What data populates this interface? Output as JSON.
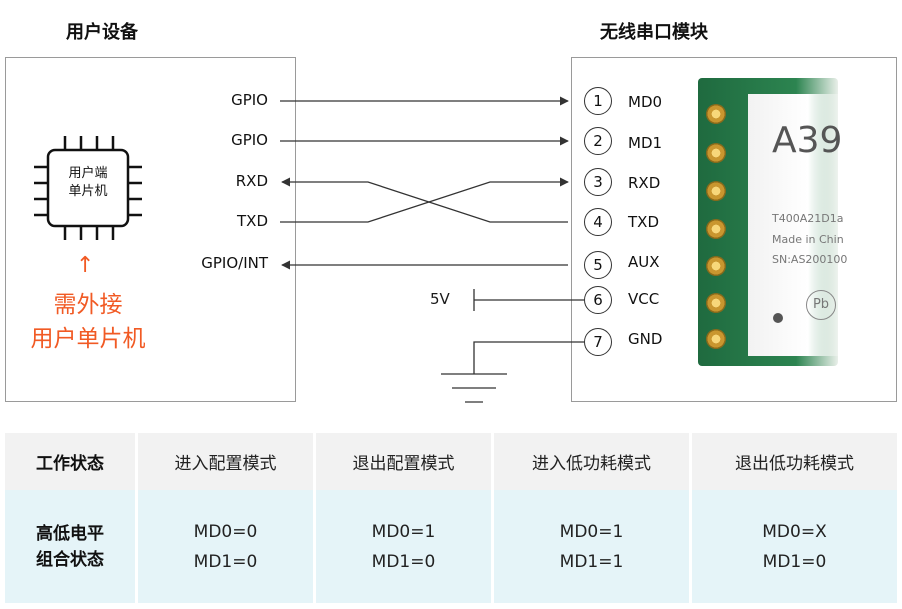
{
  "diagram": {
    "user_device_title": "用户设备",
    "module_title": "无线串口模块",
    "mcu_label_line1": "用户端",
    "mcu_label_line2": "单片机",
    "arrow_glyph": "↑",
    "note_line1": "需外接",
    "note_line2": "用户单片机",
    "left_pins": [
      "GPIO",
      "GPIO",
      "RXD",
      "TXD",
      "GPIO/INT"
    ],
    "power_label": "5V",
    "module_pins": [
      {
        "num": "1",
        "name": "MD0"
      },
      {
        "num": "2",
        "name": "MD1"
      },
      {
        "num": "3",
        "name": "RXD"
      },
      {
        "num": "4",
        "name": "TXD"
      },
      {
        "num": "5",
        "name": "AUX"
      },
      {
        "num": "6",
        "name": "VCC"
      },
      {
        "num": "7",
        "name": "GND"
      }
    ],
    "module_text": {
      "model": "A39",
      "line1": "T400A21D1a",
      "line2": "Made in Chin",
      "line3": "SN:AS200100",
      "pb_mark": "Pb"
    },
    "colors": {
      "accent": "#f15a24",
      "pcb": "#2c8450",
      "table_header": "#f2f2f2",
      "table_row": "#e5f4f8"
    }
  },
  "table": {
    "header": [
      "工作状态",
      "进入配置模式",
      "退出配置模式",
      "进入低功耗模式",
      "退出低功耗模式"
    ],
    "row_label_line1": "高低电平",
    "row_label_line2": "组合状态",
    "cells": [
      [
        "MD0=0",
        "MD1=0"
      ],
      [
        "MD0=1",
        "MD1=0"
      ],
      [
        "MD0=1",
        "MD1=1"
      ],
      [
        "MD0=X",
        "MD1=0"
      ]
    ]
  }
}
